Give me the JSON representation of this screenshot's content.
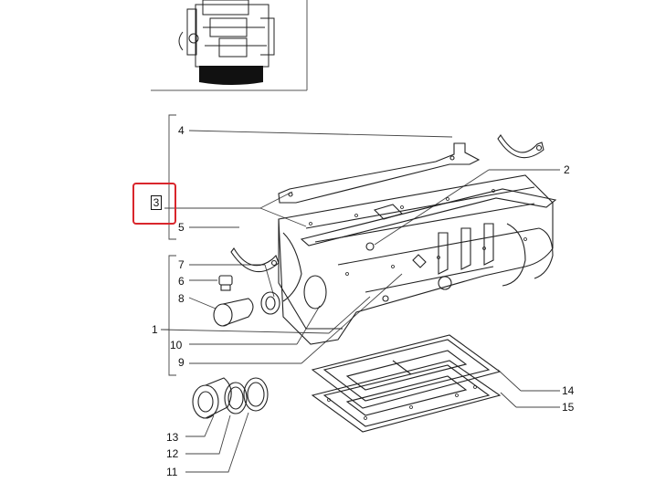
{
  "diagram": {
    "highlight_color": "#d9262c",
    "selected_part": "3",
    "callouts": {
      "c1": "1",
      "c2": "2",
      "c3": "3",
      "c4": "4",
      "c5": "5",
      "c6": "6",
      "c7": "7",
      "c8": "8",
      "c9": "9",
      "c10": "10",
      "c11": "11",
      "c12": "12",
      "c13": "13",
      "c14": "14",
      "c15": "15"
    }
  }
}
